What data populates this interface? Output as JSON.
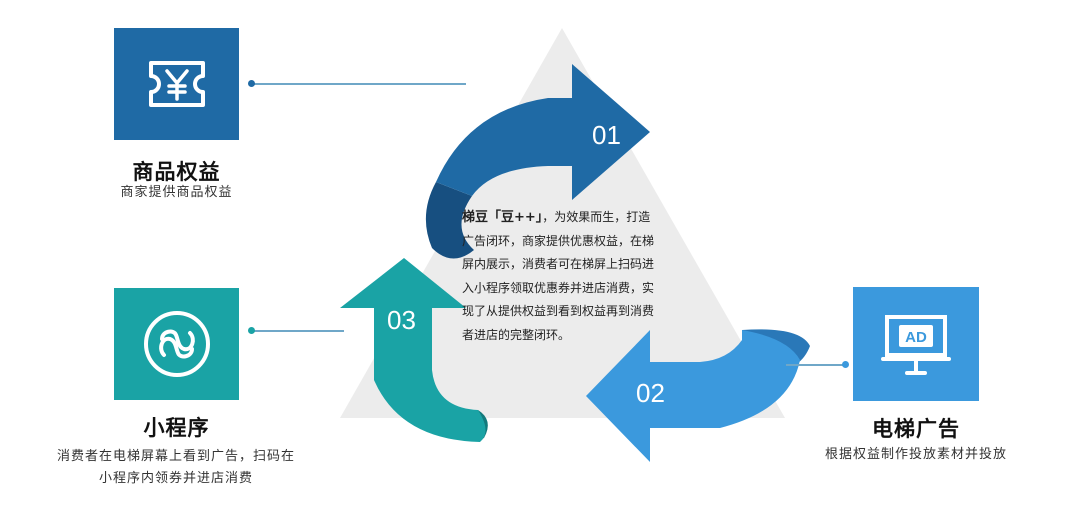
{
  "colors": {
    "dark_blue": "#1f6aa5",
    "teal": "#1aa3a5",
    "light_blue": "#3b99dd",
    "triangle": "#ececec",
    "line": "#6fa7c8"
  },
  "nodes": {
    "goods": {
      "title": "商品权益",
      "desc": "商家提供商品权益",
      "icon": "voucher-yen-icon"
    },
    "mini_program": {
      "title": "小程序",
      "desc_line1": "消费者在电梯屏幕上看到广告，扫码在",
      "desc_line2": "小程序内领券并进店消费",
      "icon": "mini-program-icon"
    },
    "elevator_ad": {
      "title": "电梯广告",
      "desc": "根据权益制作投放素材并投放",
      "icon": "ad-screen-icon",
      "icon_text": "AD"
    }
  },
  "arrows": {
    "a1": {
      "label": "01"
    },
    "a2": {
      "label": "02"
    },
    "a3": {
      "label": "03"
    }
  },
  "center": {
    "highlight": "梯豆「豆++」",
    "text": "，为效果而生，打造广告闭环，商家提供优惠权益，在梯屏内展示，消费者可在梯屏上扫码进入小程序领取优惠券并进店消费，实现了从提供权益到看到权益再到消费者进店的完整闭环。"
  }
}
